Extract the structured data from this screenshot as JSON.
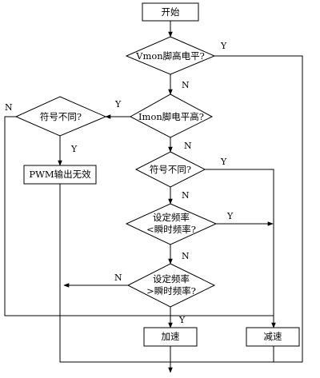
{
  "nodes": {
    "start": "开始",
    "vmon_check": "Vmon脚高电平?",
    "imon_check": "Imon脚电平高?",
    "sign_check_left": "符号不同?",
    "pwm_invalid": "PWM输出无效",
    "sign_check_mid": "符号不同?",
    "set_lt_inst_line1": "设定频率",
    "set_lt_inst_line2": "<瞬时频率?",
    "set_gt_inst_line1": "设定频率",
    "set_gt_inst_line2": ">瞬时频率?",
    "accelerate": "加速",
    "decelerate": "减速"
  },
  "edge_labels": {
    "vmon_yes": "Y",
    "vmon_no": "N",
    "imon_yes": "Y",
    "imon_no": "N",
    "left_sign_yes": "Y",
    "left_sign_no": "N",
    "mid_sign_yes": "Y",
    "mid_sign_no": "N",
    "lt_yes": "Y",
    "lt_no": "N",
    "gt_yes": "Y",
    "gt_no": "N"
  }
}
